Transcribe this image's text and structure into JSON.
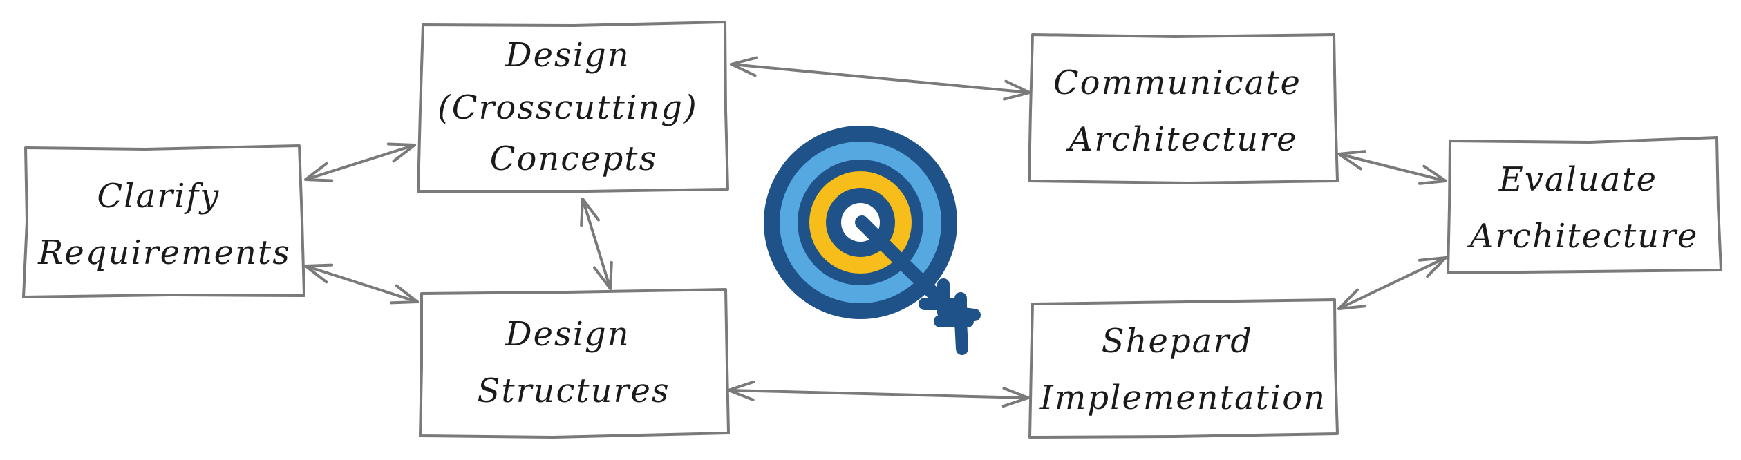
{
  "boxes": {
    "clarify": {
      "lines": [
        "Clarify",
        "Requirements"
      ]
    },
    "design_concepts": {
      "lines": [
        "Design",
        "(Crosscutting)",
        "Concepts"
      ]
    },
    "design_structures": {
      "lines": [
        "Design",
        "Structures"
      ]
    },
    "communicate": {
      "lines": [
        "Communicate",
        "Architecture"
      ]
    },
    "shepard": {
      "lines": [
        "Shepard",
        "Implementation"
      ]
    },
    "evaluate": {
      "lines": [
        "Evaluate",
        "Architecture"
      ]
    }
  },
  "colors": {
    "stroke": "#7a7a7a",
    "text": "#1a1a1a",
    "target_dark": "#1f5289",
    "target_light": "#56a8e0",
    "target_yellow": "#f7bd1a",
    "target_white": "#ffffff"
  },
  "icons": {
    "center": "target-with-arrow-icon"
  }
}
